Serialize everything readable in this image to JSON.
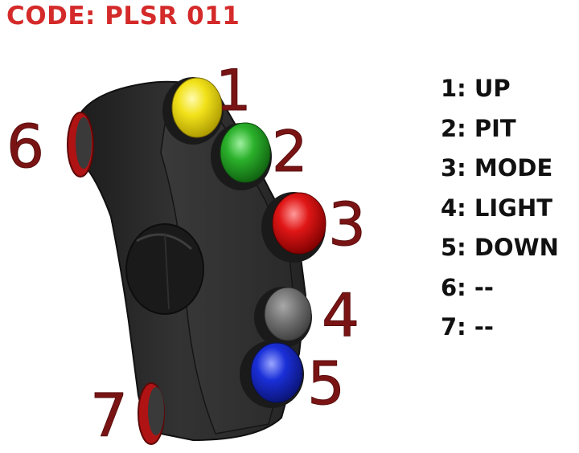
{
  "header": {
    "code": "CODE: PLSR 011"
  },
  "colors": {
    "title_red": "#d42a2a",
    "number_red": "#7a1414",
    "body_dark": "#2b2b2b",
    "button_yellow": "#f2e21a",
    "button_green": "#2bb12b",
    "button_red": "#e01616",
    "button_grey": "#6e6e6e",
    "button_blue": "#1a2fd8"
  },
  "buttons": [
    {
      "number": "1",
      "color_name": "yellow"
    },
    {
      "number": "2",
      "color_name": "green"
    },
    {
      "number": "3",
      "color_name": "red"
    },
    {
      "number": "4",
      "color_name": "grey"
    },
    {
      "number": "5",
      "color_name": "blue"
    },
    {
      "number": "6",
      "color_name": "side-red"
    },
    {
      "number": "7",
      "color_name": "side-red"
    }
  ],
  "legend": [
    {
      "label": "1: UP"
    },
    {
      "label": "2: PIT"
    },
    {
      "label": "3: MODE"
    },
    {
      "label": "4: LIGHT"
    },
    {
      "label": "5: DOWN"
    },
    {
      "label": "6: --"
    },
    {
      "label": "7: --"
    }
  ]
}
